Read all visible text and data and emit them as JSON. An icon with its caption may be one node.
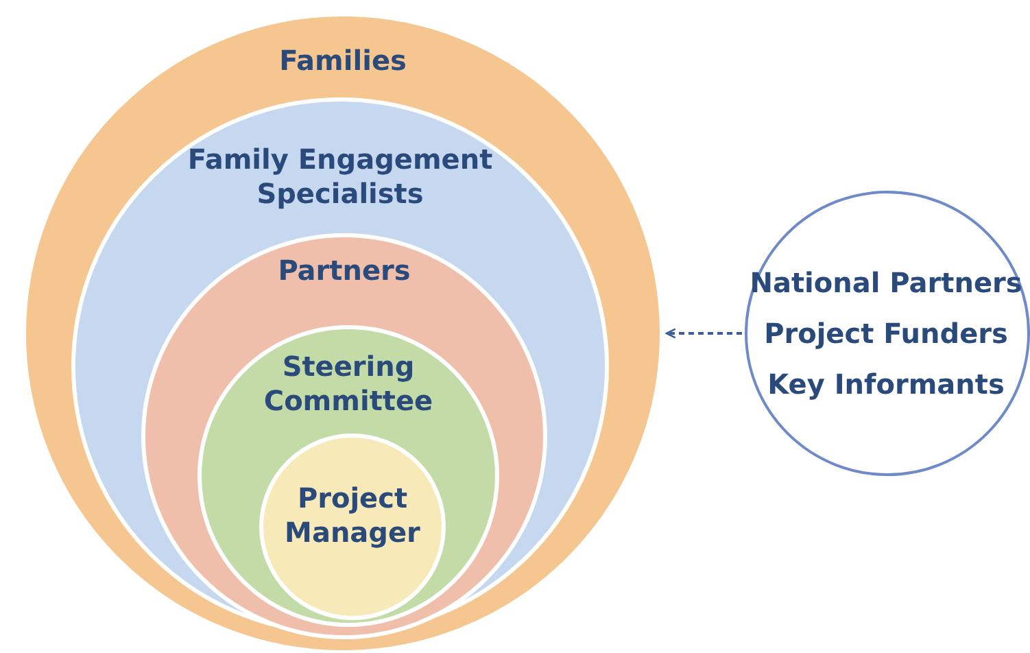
{
  "diagram": {
    "nodes": [
      {
        "text": [
          "Families"
        ]
      },
      {
        "text": [
          "Family Engagement Specialists"
        ],
        "in": 0
      },
      {
        "text": [
          "Partners"
        ],
        "in": 1
      },
      {
        "text": [
          "Steering Committee"
        ],
        "in": 2
      },
      {
        "text": [
          "Project Manager"
        ],
        "in": 3
      },
      {
        "text": [
          "National Partners",
          "Project Funders",
          "Key Informants"
        ]
      }
    ],
    "edges": [
      {
        "from": 5,
        "to": 0,
        "arrow": "to",
        "style": "dashed"
      }
    ]
  }
}
